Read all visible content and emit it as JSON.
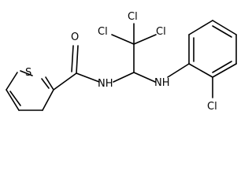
{
  "molecule": {
    "atoms": {
      "o": "O",
      "s": "S",
      "nh_amide": "NH",
      "nh_amine": "NH",
      "cl_a": "Cl",
      "cl_b": "Cl",
      "cl_c": "Cl",
      "cl_aryl": "Cl"
    }
  }
}
